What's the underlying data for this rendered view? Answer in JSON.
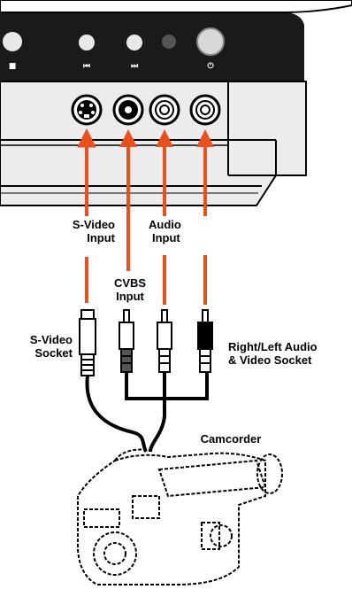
{
  "panel": {
    "buttons": [
      {
        "name": "stop",
        "glyph": "■"
      },
      {
        "name": "previous",
        "glyph": "⏮"
      },
      {
        "name": "next",
        "glyph": "⏭"
      },
      {
        "name": "power",
        "glyph": "⏻"
      }
    ]
  },
  "labels": {
    "svideo_input": [
      "S-Video",
      "Input"
    ],
    "audio_input": [
      "Audio",
      "Input"
    ],
    "cvbs_input": [
      "CVBS",
      "Input"
    ],
    "svideo_socket": [
      "S-Video",
      "Socket"
    ],
    "rl_audio_socket": [
      "Right/Left Audio",
      "& Video Socket"
    ],
    "camcorder": "Camcorder"
  },
  "colors": {
    "arrow": "#e8501e",
    "panel_dark": "#1a1a1a",
    "panel_light": "#ececec"
  }
}
